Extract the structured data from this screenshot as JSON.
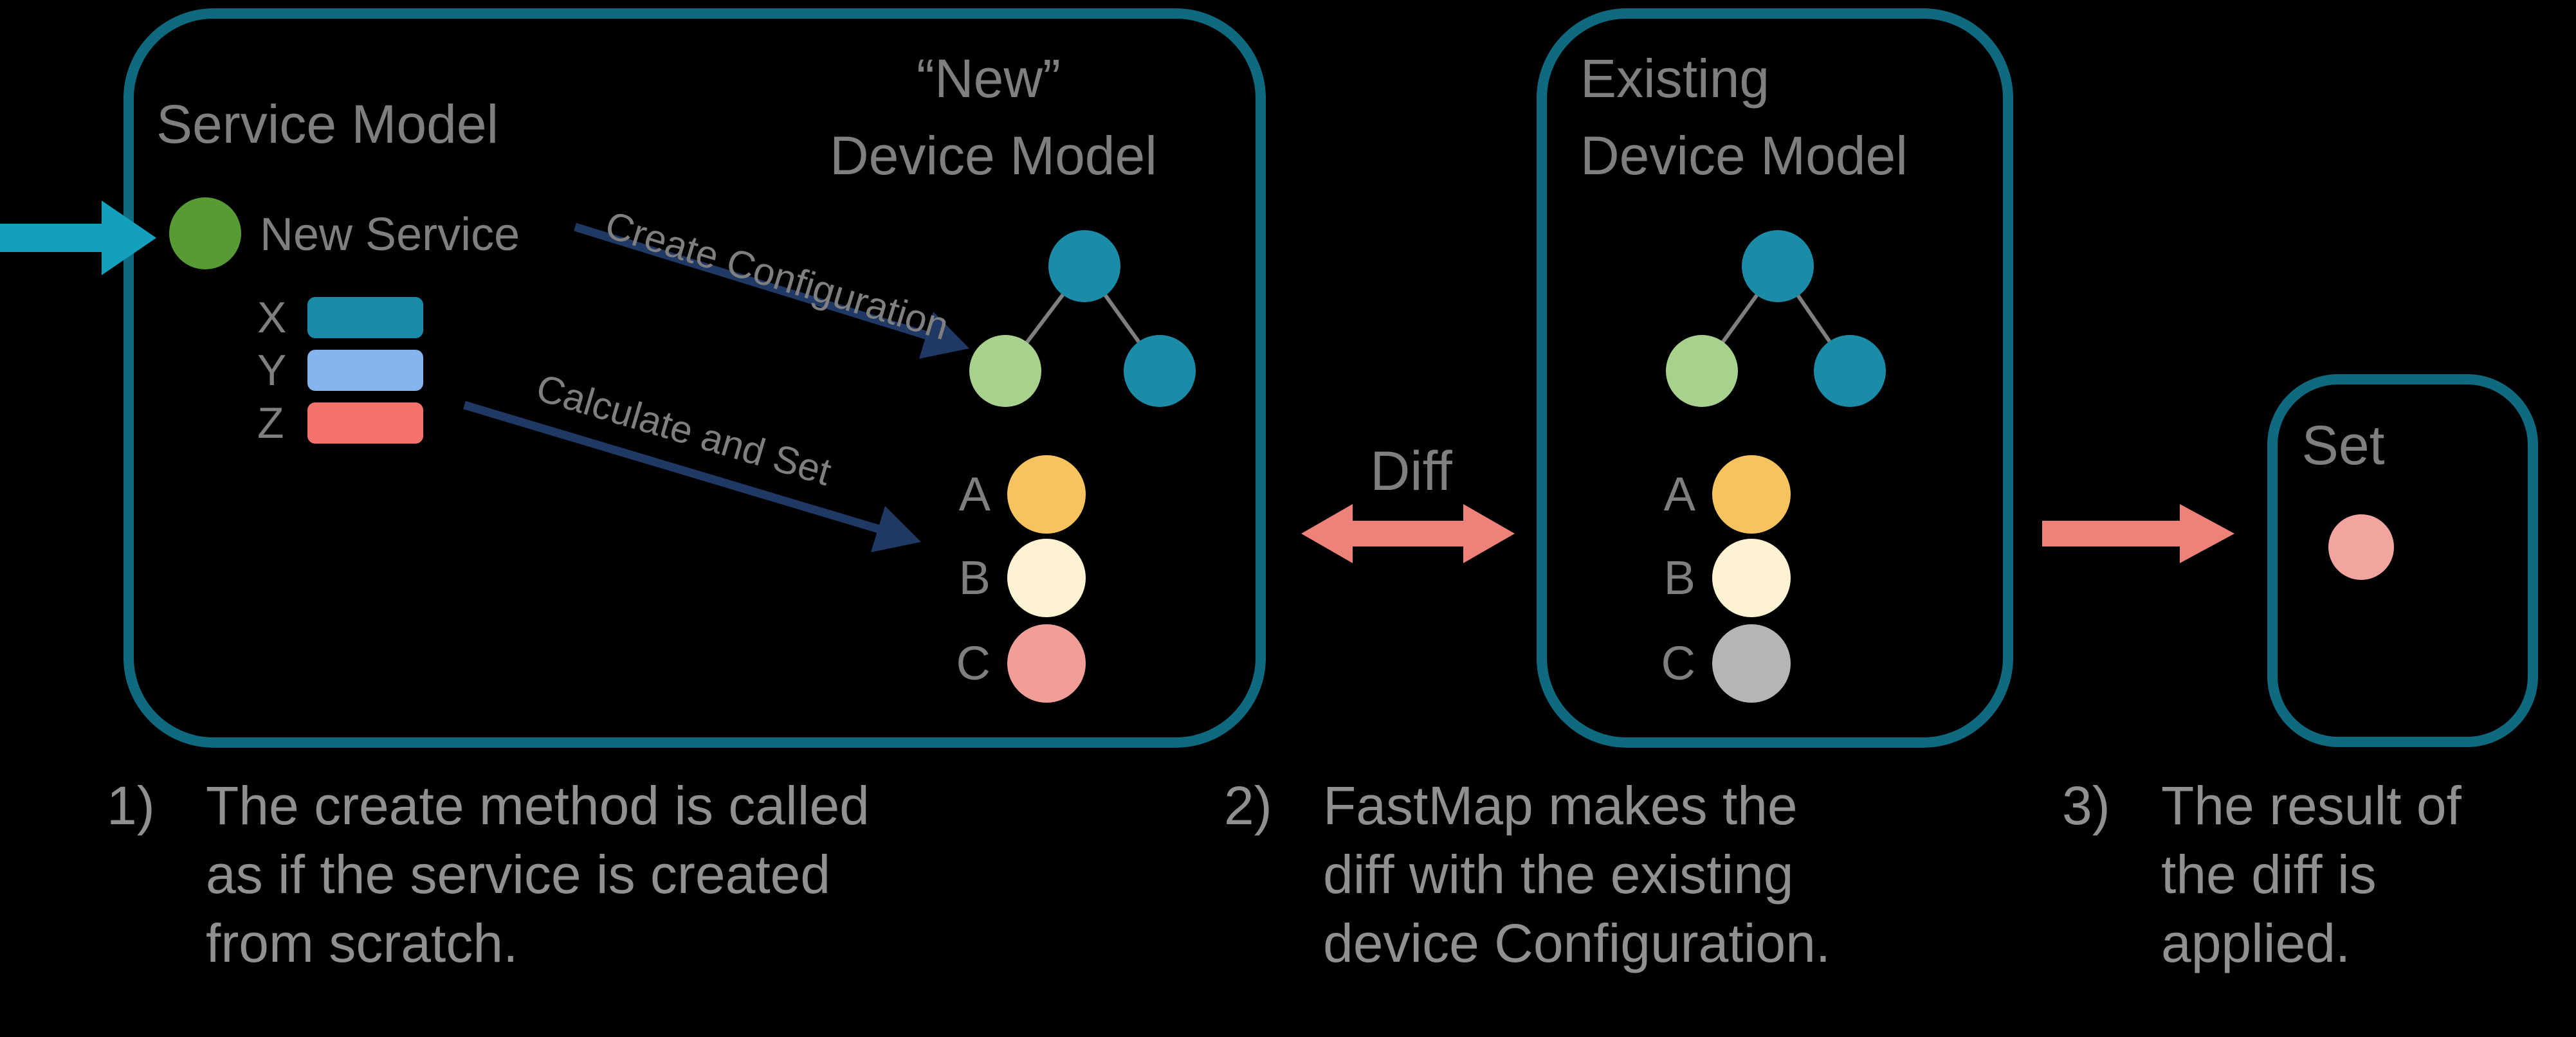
{
  "colors": {
    "background": "#000000",
    "box_border": "#0f6a80",
    "heading_gray": "#7f7f7f",
    "caption_gray": "#909090",
    "teal": "#1b8ca8",
    "bright_teal": "#14a0bc",
    "green": "#569b34",
    "light_green": "#a9d18e",
    "orange": "#f6c35f",
    "cream": "#fdf2d2",
    "pink": "#f19d98",
    "set_pink": "#f2a59e",
    "gray_node": "#b5b5b5",
    "salmon": "#ee8279",
    "navy": "#1f3864",
    "bar_blue": "#85b3ee",
    "bar_red": "#f3736c",
    "connector": "#7f7f7f"
  },
  "box1": {
    "service_model_title": "Service Model",
    "new_service_label": "New Service",
    "vars": [
      {
        "label": "X",
        "color": "#1b8ca8"
      },
      {
        "label": "Y",
        "color": "#85b3ee"
      },
      {
        "label": "Z",
        "color": "#f3736c"
      }
    ],
    "create_arrow_label": "Create Configuration",
    "calculate_arrow_label": "Calculate and Set",
    "device_model_title_line1": "“New”",
    "device_model_title_line2": "Device Model",
    "node_labels": [
      "A",
      "B",
      "C"
    ]
  },
  "diff_label": "Diff",
  "box2": {
    "title_line1": "Existing",
    "title_line2": "Device Model",
    "node_labels": [
      "A",
      "B",
      "C"
    ]
  },
  "box3": {
    "title": "Set"
  },
  "captions": [
    {
      "num": "1)",
      "lines": [
        "The create method is called",
        "as if the service is created",
        "from scratch."
      ]
    },
    {
      "num": "2)",
      "lines": [
        "FastMap makes the",
        "diff with the existing",
        "device Configuration."
      ]
    },
    {
      "num": "3)",
      "lines": [
        "The result of",
        "the diff is",
        "applied."
      ]
    }
  ]
}
